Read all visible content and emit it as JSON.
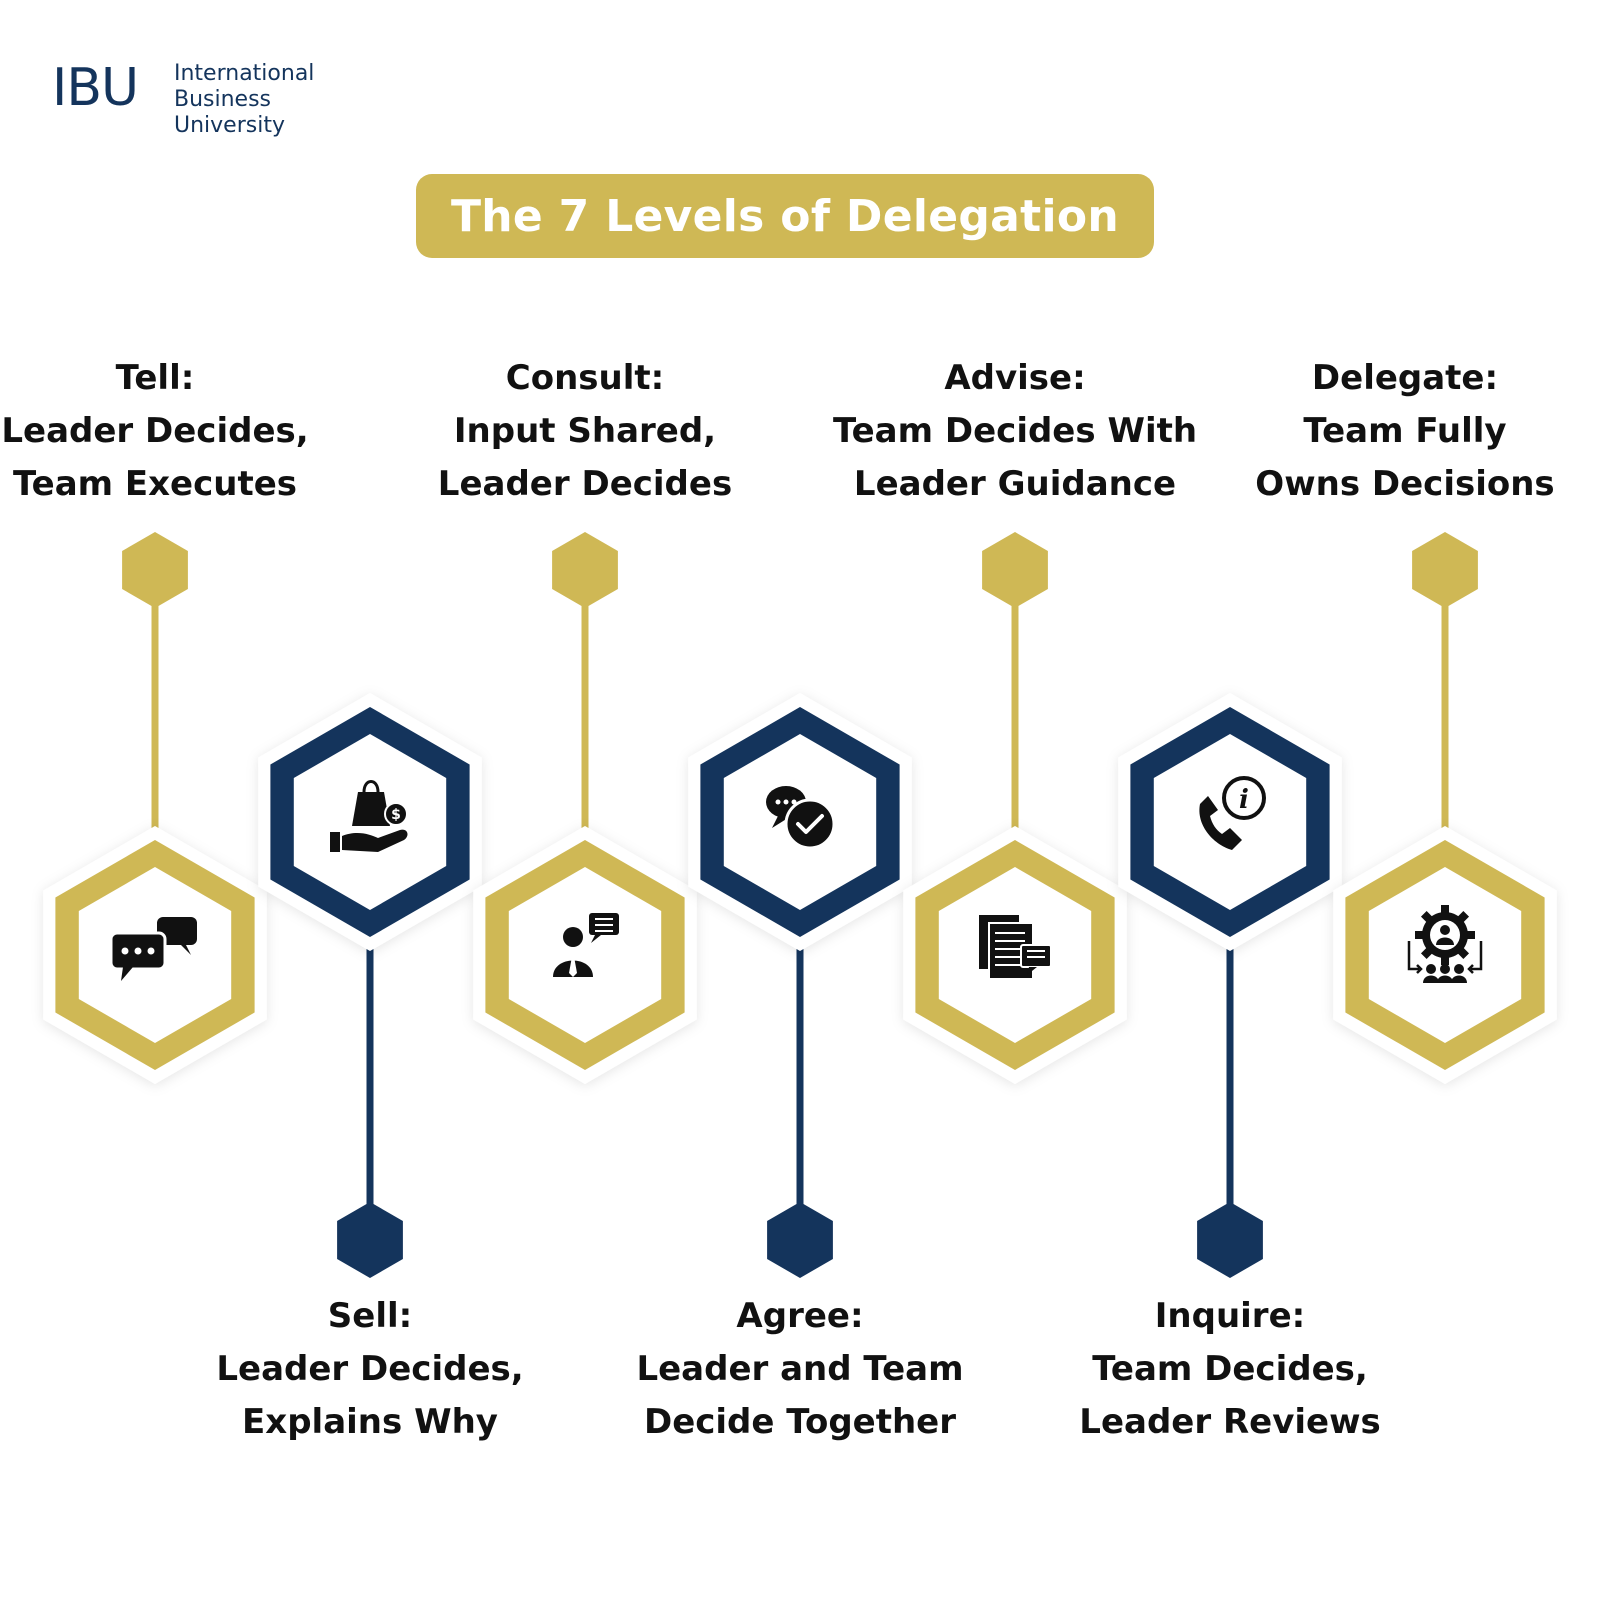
{
  "logo": {
    "mark": "IBU",
    "lines": [
      "International",
      "Business",
      "University"
    ]
  },
  "title": "The 7 Levels of Delegation",
  "colors": {
    "gold": "#cfb855",
    "navy": "#14345c",
    "text": "#111111",
    "background": "#ffffff"
  },
  "levels": [
    {
      "heading": "Tell:",
      "line1": "Leader Decides,",
      "line2": "Team Executes",
      "position": "top",
      "color": "gold",
      "icon": "chat-bubbles-icon"
    },
    {
      "heading": "Sell:",
      "line1": "Leader Decides,",
      "line2": "Explains Why",
      "position": "bottom",
      "color": "navy",
      "icon": "hand-money-bag-icon"
    },
    {
      "heading": "Consult:",
      "line1": "Input Shared,",
      "line2": "Leader Decides",
      "position": "top",
      "color": "gold",
      "icon": "person-speech-icon"
    },
    {
      "heading": "Agree:",
      "line1": "Leader and Team",
      "line2": "Decide Together",
      "position": "bottom",
      "color": "navy",
      "icon": "chat-check-icon"
    },
    {
      "heading": "Advise:",
      "line1": "Team Decides With",
      "line2": "Leader Guidance",
      "position": "top",
      "color": "gold",
      "icon": "documents-icon"
    },
    {
      "heading": "Inquire:",
      "line1": "Team Decides,",
      "line2": "Leader Reviews",
      "position": "bottom",
      "color": "navy",
      "icon": "phone-info-icon"
    },
    {
      "heading": "Delegate:",
      "line1": "Team Fully",
      "line2": "Owns Decisions",
      "position": "top",
      "color": "gold",
      "icon": "team-gear-icon"
    }
  ]
}
